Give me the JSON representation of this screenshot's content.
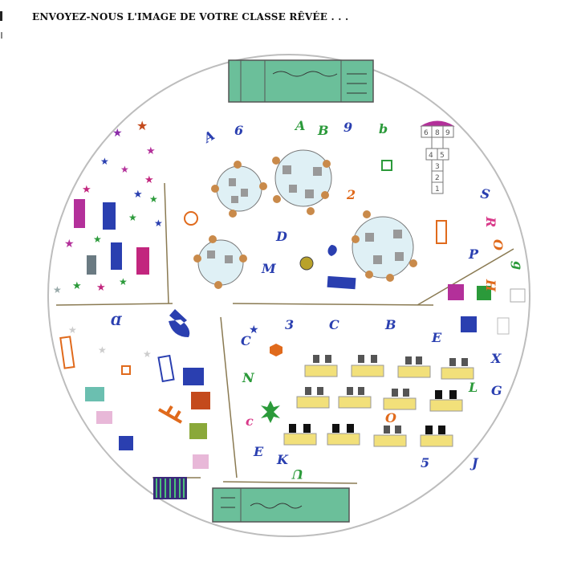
{
  "title": "ENVOYEZ-NOUS L'IMAGE DE VOTRE CLASSE RÊVÉE . . .",
  "hopscotch_numbers": [
    "6",
    "8",
    "9",
    "4",
    "5",
    "3",
    "2",
    "1"
  ],
  "letters": [
    {
      "t": "A",
      "c": "#2a3fb0"
    },
    {
      "t": "6",
      "c": "#2a3fb0"
    },
    {
      "t": "A",
      "c": "#2b9a3a"
    },
    {
      "t": "9",
      "c": "#2a3fb0"
    },
    {
      "t": "b",
      "c": "#2b9a3a"
    },
    {
      "t": "2",
      "c": "#e06a1c"
    },
    {
      "t": "S",
      "c": "#2a3fb0"
    },
    {
      "t": "R",
      "c": "#d93a8a"
    },
    {
      "t": "O",
      "c": "#e06a1c"
    },
    {
      "t": "P",
      "c": "#2a3fb0"
    },
    {
      "t": "g",
      "c": "#2b9a3a"
    },
    {
      "t": "H",
      "c": "#e06a1c"
    },
    {
      "t": "B",
      "c": "#2b9a3a"
    },
    {
      "t": "D",
      "c": "#2a3fb0"
    },
    {
      "t": "M",
      "c": "#2a3fb0"
    },
    {
      "t": "3",
      "c": "#2a3fb0"
    },
    {
      "t": "C",
      "c": "#2a3fb0"
    },
    {
      "t": "B",
      "c": "#2a3fb0"
    },
    {
      "t": "E",
      "c": "#2a3fb0"
    },
    {
      "t": "X",
      "c": "#2a3fb0"
    },
    {
      "t": "N",
      "c": "#2b9a3a"
    },
    {
      "t": "c",
      "c": "#d93a8a"
    },
    {
      "t": "E",
      "c": "#2a3fb0"
    },
    {
      "t": "K",
      "c": "#2a3fb0"
    },
    {
      "t": "U",
      "c": "#2b9a3a"
    },
    {
      "t": "5",
      "c": "#2a3fb0"
    },
    {
      "t": "L",
      "c": "#2b9a3a"
    },
    {
      "t": "G",
      "c": "#2a3fb0"
    },
    {
      "t": "J",
      "c": "#2a3fb0"
    },
    {
      "t": "O",
      "c": "#e06a1c"
    },
    {
      "t": "Ɑ",
      "c": "#2a3fb0"
    },
    {
      "t": "C",
      "c": "#2a3fb0"
    }
  ]
}
